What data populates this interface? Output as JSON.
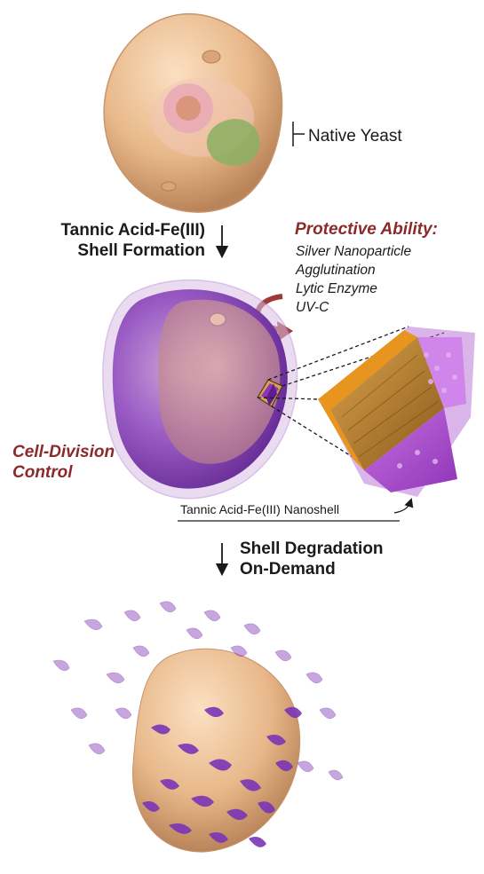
{
  "labels": {
    "native_yeast": "Native Yeast",
    "step1_line1": "Tannic Acid-Fe(III)",
    "step1_line2": "Shell Formation",
    "protective_title": "Protective Ability:",
    "protective_items": [
      "Silver Nanoparticle",
      "Agglutination",
      "Lytic Enzyme",
      "UV-C"
    ],
    "cell_division_line1": "Cell-Division",
    "cell_division_line2": "Control",
    "nanoshell": "Tannic Acid-Fe(III) Nanoshell",
    "step3_line1": "Shell Degradation",
    "step3_line2": "On-Demand"
  },
  "colors": {
    "accent_red": "#8b2a2a",
    "yeast": "#e8b88a",
    "shell_purple": "#7b35b5",
    "membrane_orange": "#e89020"
  }
}
